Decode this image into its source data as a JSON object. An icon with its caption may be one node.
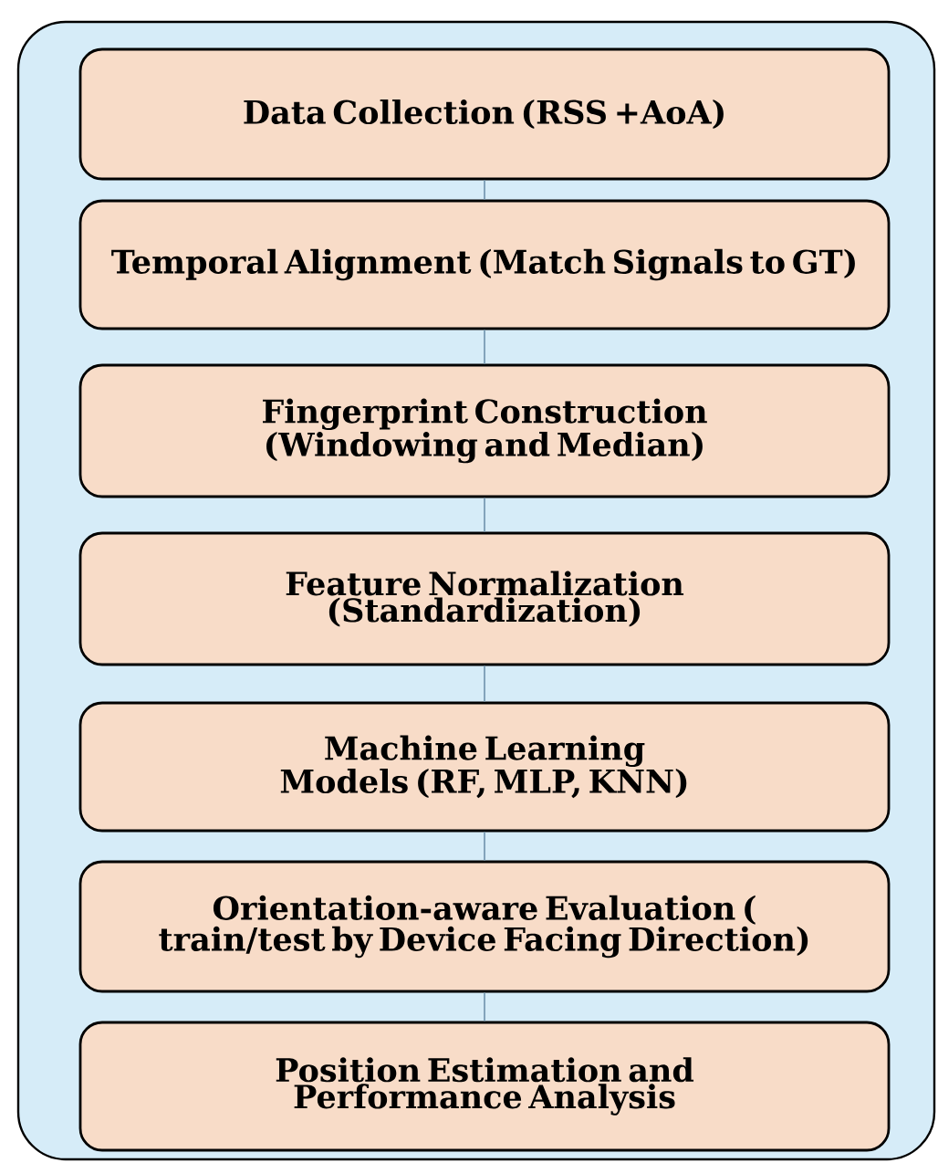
{
  "diagram": {
    "nodes": [
      {
        "text": [],
        "shape": "box"
      },
      {
        "text": [
          "Data Collection  (RSS +AoA)"
        ],
        "in": 0
      },
      {
        "text": [
          "Temporal Alignment (Match Signals to GT)"
        ],
        "in": 0
      },
      {
        "text": [
          "Fingerprint Construction (Windowing and Median)"
        ],
        "in": 0
      },
      {
        "text": [
          "Feature Normalization (Standardization)"
        ],
        "in": 0
      },
      {
        "text": [
          "Machine Learning Models (RF, MLP, KNN)"
        ],
        "in": 0
      },
      {
        "text": [
          "Orientation-aware Evaluation ( train/test by Device Facing Direction)"
        ],
        "in": 0
      },
      {
        "text": [
          "Position Estimation and Performance Analysis"
        ],
        "in": 0
      }
    ],
    "edges": [
      {
        "from": 1,
        "to": 2,
        "arrow": "none"
      },
      {
        "from": 2,
        "to": 3,
        "arrow": "none"
      },
      {
        "from": 3,
        "to": 4,
        "arrow": "none"
      },
      {
        "from": 4,
        "to": 5,
        "arrow": "none"
      },
      {
        "from": 5,
        "to": 6,
        "arrow": "none"
      },
      {
        "from": 6,
        "to": 7,
        "arrow": "none"
      }
    ]
  }
}
